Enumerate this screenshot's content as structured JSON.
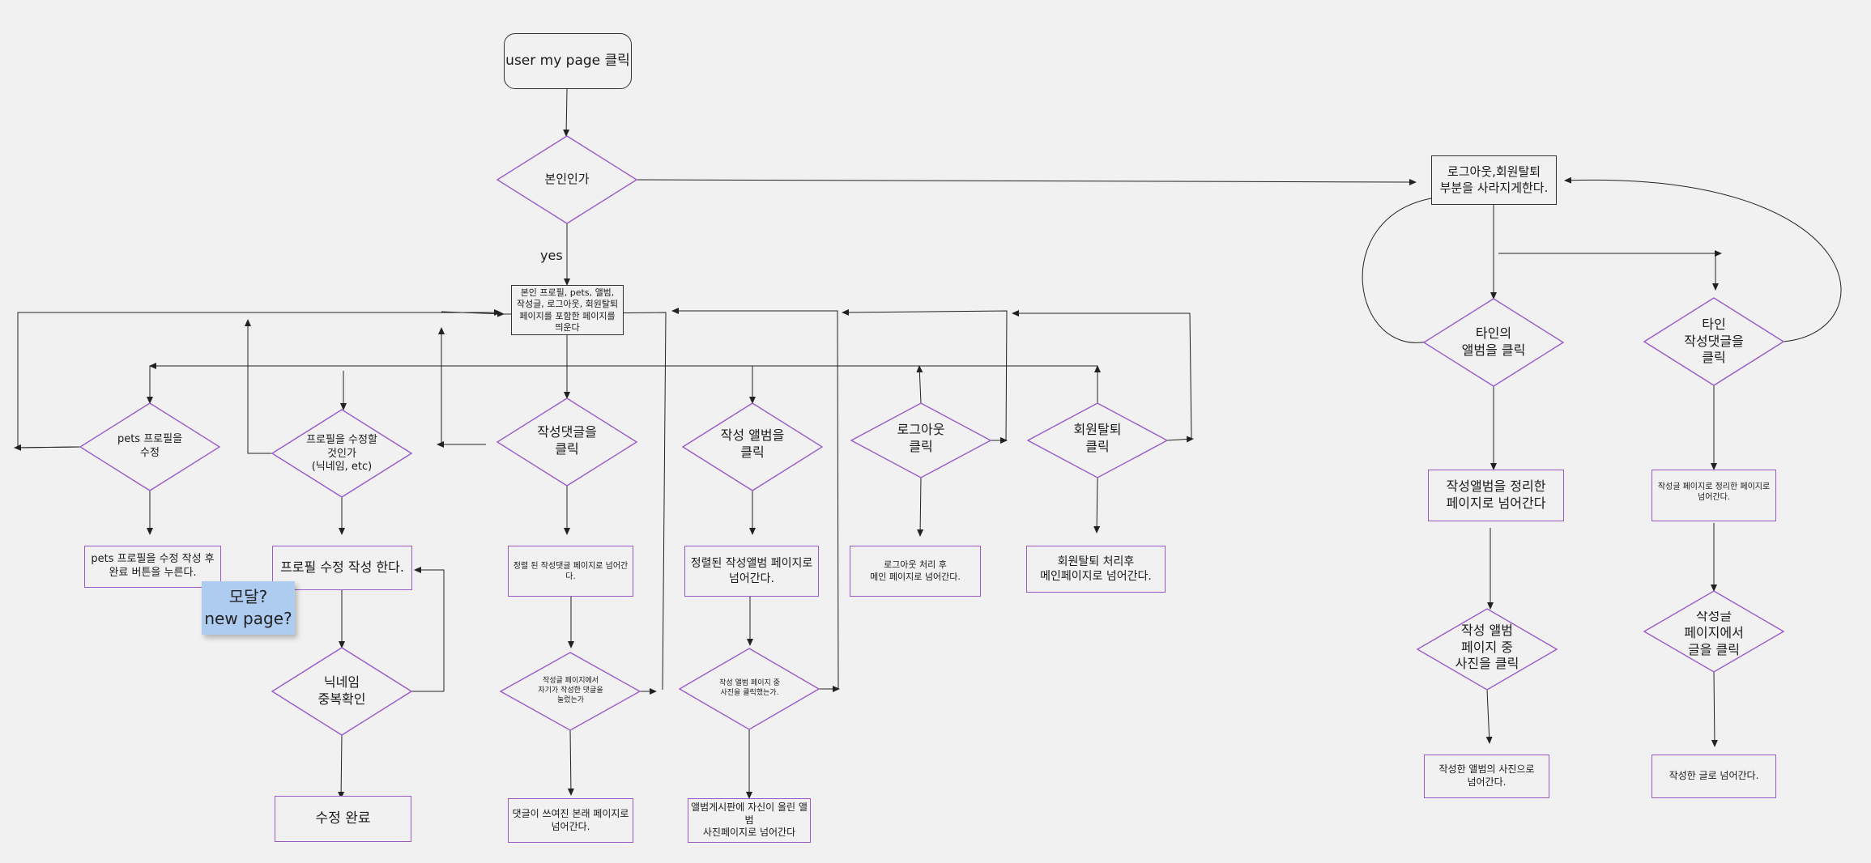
{
  "start": "user my page 클릭",
  "self_check": "본인인가",
  "yes_label": "yes",
  "main_page": "본인 프로필, pets, 앨범,\n작성글, 로그아웃, 회원탈퇴\n페이지를 포함한 페이지를\n띄운다",
  "hide_box": "로그아웃,회원탈퇴\n부분을 사라지게한다.",
  "sticky_note": "모달?\nnew page?",
  "branches": {
    "pets": {
      "decision": "pets 프로필을\n수정",
      "result": "pets 프로필을 수정 작성 후\n완료 버튼을 누른다."
    },
    "profile": {
      "decision": "프로필을 수정할\n것인가\n(닉네임, etc)",
      "result": "프로필 수정 작성 한다.",
      "check": "닉네임\n중복확인",
      "done": "수정 완료"
    },
    "comments": {
      "decision": "작성댓글을\n클릭",
      "result": "정렬 된 작성댓글 페이지로 넘어간다.",
      "check": "작성글 페이지에서\n자기가 작성한 댓글을\n눌렀는가",
      "done": "댓글이 쓰여진 본래 페이지로\n넘어간다."
    },
    "album": {
      "decision": "작성 앨범을\n클릭",
      "result": "정렬된 작성앨범 페이지로\n넘어간다.",
      "check": "작성 앨범 페이지 중\n사진을 클릭했는가.",
      "done": "앨범게시판에 자신이 올린 앨범\n사진페이지로 넘어간다"
    },
    "logout": {
      "decision": "로그아웃\n클릭",
      "result": "로그아웃 처리 후\n메인 페이지로 넘어간다."
    },
    "withdraw": {
      "decision": "회원탈퇴\n클릭",
      "result": "회원탈퇴 처리후\n메인페이지로 넘어간다."
    },
    "other_album": {
      "decision": "타인의\n앨범을 클릭",
      "result": "작성앨범을 정리한\n페이지로 넘어간다",
      "check": "작성 앨범\n페이지 중\n사진을 클릭",
      "done": "작성한 앨범의 사진으로\n넘어간다."
    },
    "other_comment": {
      "decision": "타인\n작성댓글을\n클릭",
      "result": "작성글 페이지로 정리한 페이지로\n넘어간다.",
      "check": "작성글\n페이지에서\n글을 클릭",
      "done": "작성한 글로 넘어간다."
    }
  },
  "colors": {
    "shape_border": "#9a5bc9",
    "dark_border": "#333333",
    "line": "#222222",
    "sticky": "#aecbf0",
    "background": "#f1f1f1"
  }
}
